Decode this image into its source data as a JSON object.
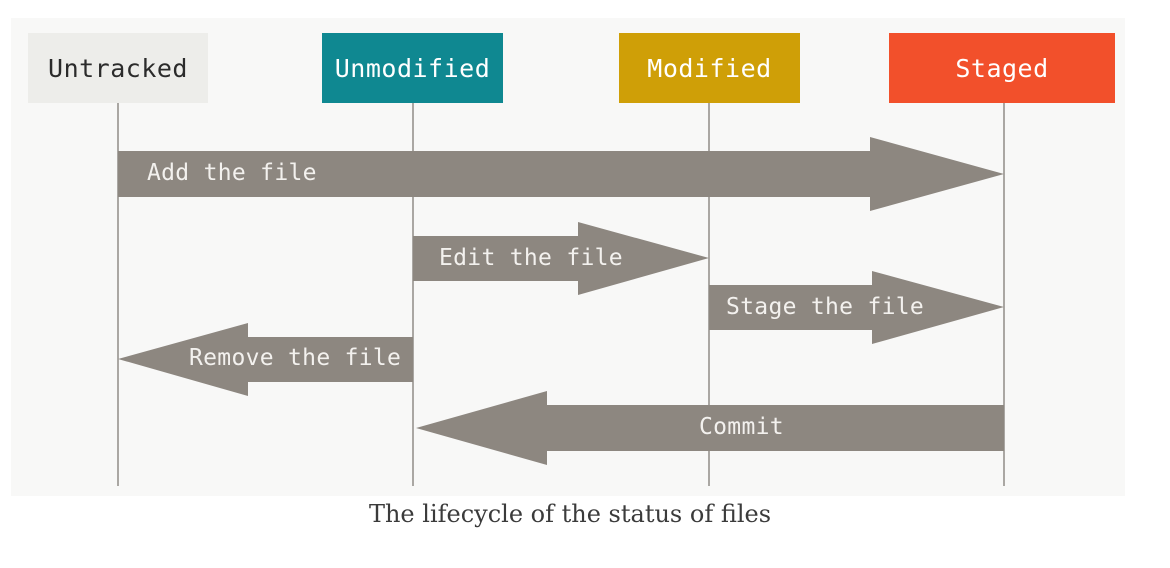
{
  "diagram": {
    "states": [
      {
        "label": "Untracked",
        "bg": "#ededea",
        "fg": "#2b2b2b"
      },
      {
        "label": "Unmodified",
        "bg": "#0f8891",
        "fg": "#ffffff"
      },
      {
        "label": "Modified",
        "bg": "#cf9f07",
        "fg": "#ffffff"
      },
      {
        "label": "Staged",
        "bg": "#f2502b",
        "fg": "#ffffff"
      }
    ],
    "transitions": [
      {
        "label": "Add the file",
        "from": "Untracked",
        "to": "Staged"
      },
      {
        "label": "Edit the file",
        "from": "Unmodified",
        "to": "Modified"
      },
      {
        "label": "Stage the file",
        "from": "Modified",
        "to": "Staged"
      },
      {
        "label": "Remove the file",
        "from": "Unmodified",
        "to": "Untracked"
      },
      {
        "label": "Commit",
        "from": "Staged",
        "to": "Unmodified"
      }
    ],
    "arrow_color": "#8d8780",
    "line_color": "#aaa7a3",
    "caption": "The lifecycle of the status of files"
  }
}
